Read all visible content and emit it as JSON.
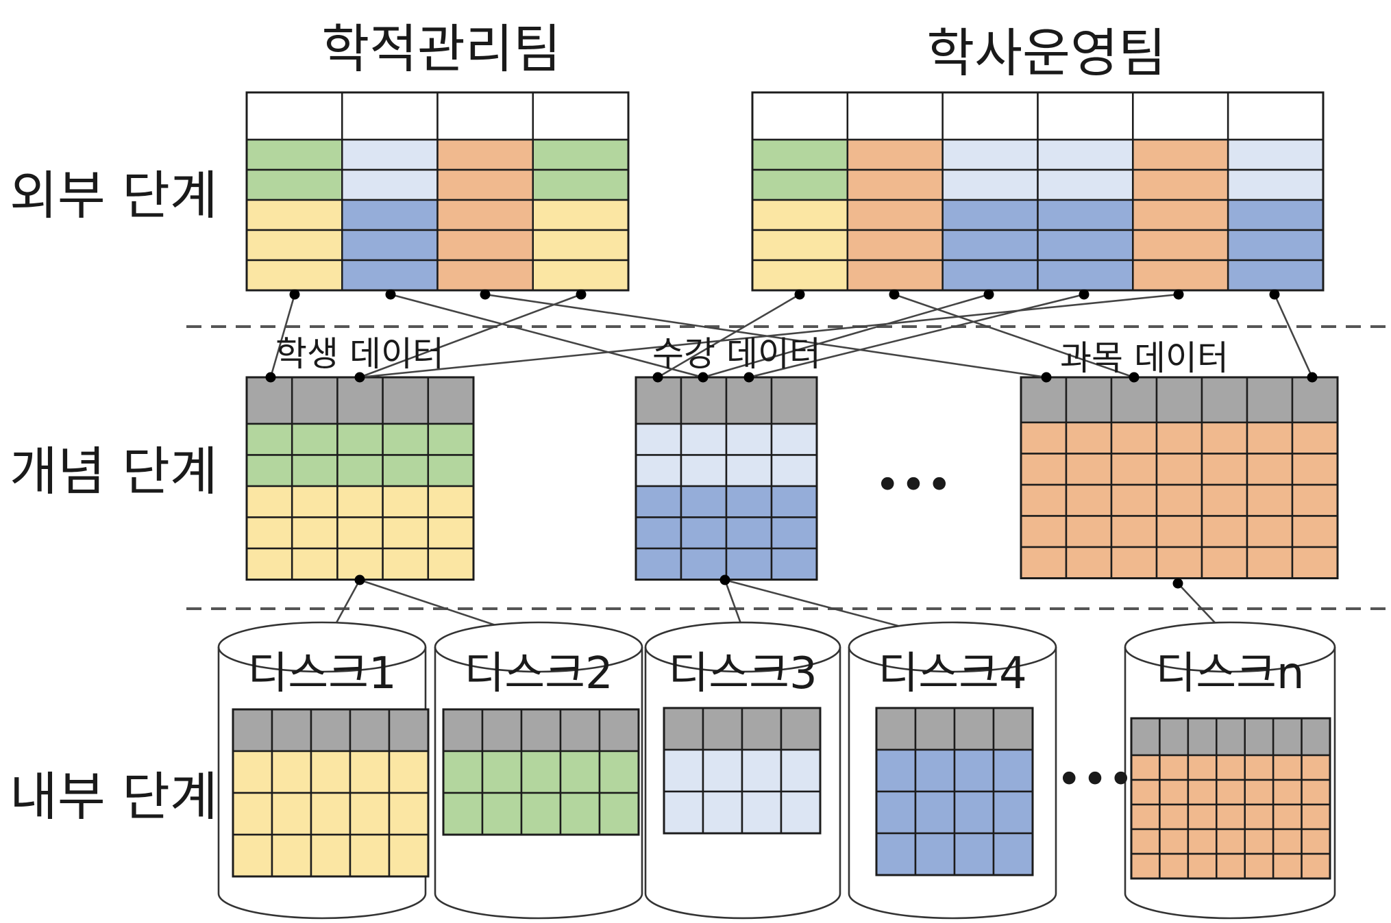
{
  "levels": {
    "external": "외부 단계",
    "conceptual": "개념 단계",
    "internal": "내부 단계"
  },
  "views": [
    {
      "title": "학적관리팀",
      "columns": [
        [
          "green",
          "green",
          "yellow",
          "yellow",
          "yellow"
        ],
        [
          "lightblue",
          "lightblue",
          "blue",
          "blue",
          "blue"
        ],
        [
          "orange",
          "orange",
          "orange",
          "orange",
          "orange"
        ],
        [
          "green",
          "green",
          "yellow",
          "yellow",
          "yellow"
        ]
      ]
    },
    {
      "title": "학사운영팀",
      "columns": [
        [
          "green",
          "green",
          "yellow",
          "yellow",
          "yellow"
        ],
        [
          "orange",
          "orange",
          "orange",
          "orange",
          "orange"
        ],
        [
          "lightblue",
          "lightblue",
          "blue",
          "blue",
          "blue"
        ],
        [
          "lightblue",
          "lightblue",
          "blue",
          "blue",
          "blue"
        ],
        [
          "orange",
          "orange",
          "orange",
          "orange",
          "orange"
        ],
        [
          "lightblue",
          "lightblue",
          "blue",
          "blue",
          "blue"
        ]
      ]
    }
  ],
  "entities": [
    {
      "label": "학생 데이터",
      "columns": 5,
      "rows": [
        "green",
        "green",
        "yellow",
        "yellow",
        "yellow"
      ]
    },
    {
      "label": "수강 데이터",
      "columns": 4,
      "rows": [
        "lightblue",
        "lightblue",
        "blue",
        "blue",
        "blue"
      ]
    },
    {
      "label": "과목 데이터",
      "columns": 7,
      "rows": [
        "orange",
        "orange",
        "orange",
        "orange",
        "orange"
      ]
    }
  ],
  "more": "•••",
  "disks": [
    {
      "label": "디스크1",
      "columns": 5,
      "rows": [
        "yellow",
        "yellow",
        "yellow"
      ]
    },
    {
      "label": "디스크2",
      "columns": 5,
      "rows": [
        "green",
        "green"
      ]
    },
    {
      "label": "디스크3",
      "columns": 4,
      "rows": [
        "lightblue",
        "lightblue"
      ]
    },
    {
      "label": "디스크4",
      "columns": 4,
      "rows": [
        "blue",
        "blue",
        "blue"
      ]
    },
    {
      "label": "디스크n",
      "columns": 7,
      "rows": [
        "orange",
        "orange",
        "orange",
        "orange",
        "orange"
      ]
    }
  ],
  "colors": {
    "header": "#a6a6a6",
    "white": "#ffffff",
    "green": "#b3d69e",
    "lightblue": "#dce5f3",
    "blue": "#95add9",
    "yellow": "#fbe6a3",
    "orange": "#f0b98e"
  }
}
